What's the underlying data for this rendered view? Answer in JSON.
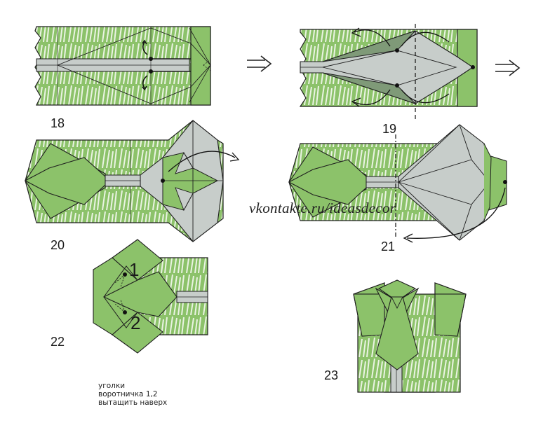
{
  "diagram": {
    "colors": {
      "paper_green": "#8cc26a",
      "grass_light": "#eaf3e2",
      "flap_grey": "#c7cdca",
      "flap_dark": "#7f9a78",
      "line": "#1e1e1e"
    },
    "steps": [
      {
        "number": "18"
      },
      {
        "number": "19"
      },
      {
        "number": "20"
      },
      {
        "number": "21"
      },
      {
        "number": "22"
      },
      {
        "number": "23"
      }
    ],
    "step22_marks": [
      "1",
      "2"
    ],
    "watermark": "vkontakte.ru/ideasdecor",
    "note_lines": [
      "уголки",
      "воротничка 1,2",
      "вытащить наверх"
    ],
    "next_arrow_icon": "double-arrow-right-icon"
  }
}
